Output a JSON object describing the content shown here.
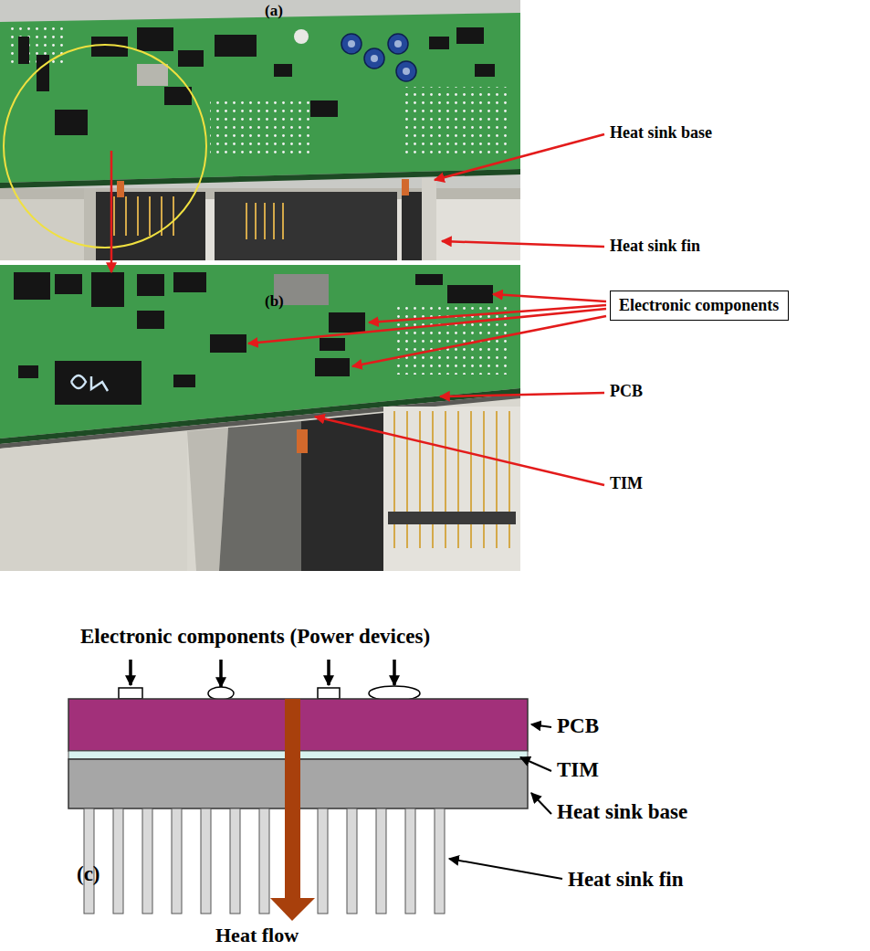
{
  "diagram": {
    "nodes": [
      {
        "text": [
          "Electronic components"
        ]
      }
    ],
    "labels": [
      "(a)",
      "Heat sink base",
      "Heat sink fin",
      "(b)",
      "PCB",
      "TIM",
      "Electronic components (Power devices)",
      "PCB",
      "TIM",
      "Heat sink base",
      "(c)",
      "Heat sink fin",
      "Heat flow"
    ]
  }
}
